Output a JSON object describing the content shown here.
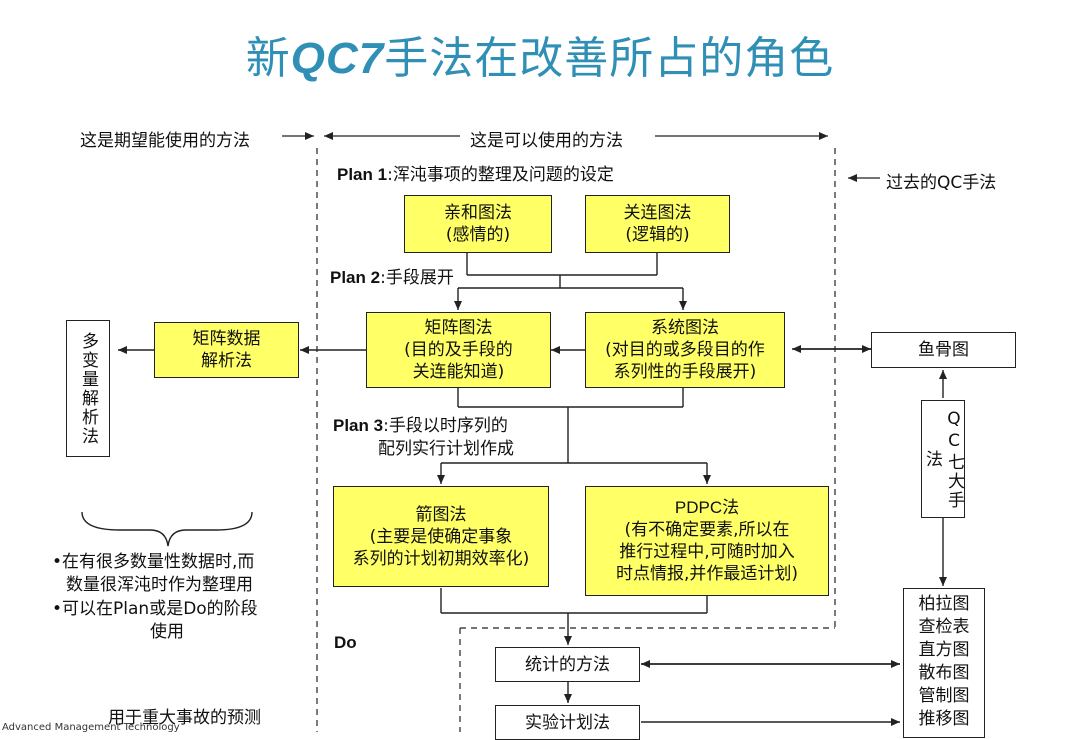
{
  "title": {
    "prefix": "新",
    "bold": "QC7",
    "suffix": "手法在改善所占的角色"
  },
  "headers": {
    "left": "这是期望能使用的方法",
    "center": "这是可以使用的方法",
    "right": "过去的QC手法"
  },
  "plans": {
    "plan1_label": "Plan 1",
    "plan1_text": ":浑沌事项的整理及问题的设定",
    "plan2_label": "Plan 2",
    "plan2_text": ":手段展开",
    "plan3_label": "Plan 3",
    "plan3_text_line1": ":手段以时序列的",
    "plan3_text_line2": "配列实行计划作成",
    "do_label": "Do"
  },
  "boxes": {
    "affinity": [
      "亲和图法",
      "(感情的)"
    ],
    "relation": [
      "关连图法",
      "(逻辑的)"
    ],
    "matrix": [
      "矩阵图法",
      "(目的及手段的",
      "关连能知道)"
    ],
    "systematic": [
      "系统图法",
      "(对目的或多段目的作",
      "系列性的手段展开)"
    ],
    "matrix_data": [
      "矩阵数据",
      "解析法"
    ],
    "multivariate": "多变量解析法",
    "arrow_diagram": [
      "箭图法",
      "(主要是使确定事象",
      "系列的计划初期效率化)"
    ],
    "pdpc": [
      "PDPC法",
      "(有不确定要素,所以在",
      "推行过程中,可随时加入",
      "时点情报,并作最适计划)"
    ],
    "fishbone": "鱼骨图",
    "qc_seven": "QC七大手法",
    "qc_list": [
      "柏拉图",
      "查检表",
      "直方图",
      "散布图",
      "管制图",
      "推移图"
    ],
    "statistics": "统计的方法",
    "experiment": "实验计划法"
  },
  "notes": {
    "line1": "•在有很多数量性数据时,而",
    "line2": "数量很浑沌时作为整理用",
    "line3": "•可以在Plan或是Do的阶段",
    "line4": "使用",
    "accident": "用于重大事故的预测",
    "footer": "Advanced Management Technology"
  },
  "colors": {
    "title": "#2f8fb5",
    "box_fill": "#ffff66",
    "line": "#222222"
  }
}
